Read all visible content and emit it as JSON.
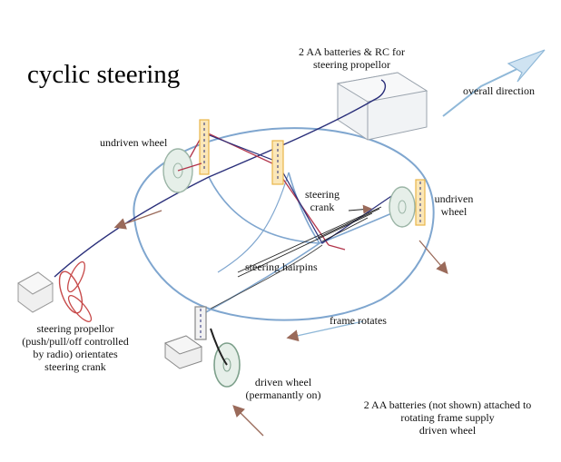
{
  "title": "cyclic steering",
  "labels": {
    "batteries_rc": [
      "2 AA batteries & RC for",
      "steering propellor"
    ],
    "overall_direction": "overall direction",
    "undriven_wheel_left": "undriven wheel",
    "steering_crank": [
      "steering",
      "crank"
    ],
    "undriven_wheel_right": [
      "undriven",
      "wheel"
    ],
    "steering_hairpins": "steering hairpins",
    "frame_rotates": "frame rotates",
    "steering_propellor": [
      "steering propellor",
      "(push/pull/off controlled",
      "by radio) orientates",
      "steering crank"
    ],
    "driven_wheel": [
      "driven wheel",
      "(permanantly on)"
    ],
    "batteries_frame": [
      "2 AA batteries (not shown) attached to",
      "rotating frame supply",
      "driven wheel"
    ]
  },
  "colors": {
    "frame": "#7fa6cf",
    "blue_wire": "#2a2f7a",
    "red_wire": "#b2344a",
    "yellow_post": "#e8b64a",
    "gray": "#8a8a8a",
    "arrow_brown": "#9a6a5a"
  }
}
